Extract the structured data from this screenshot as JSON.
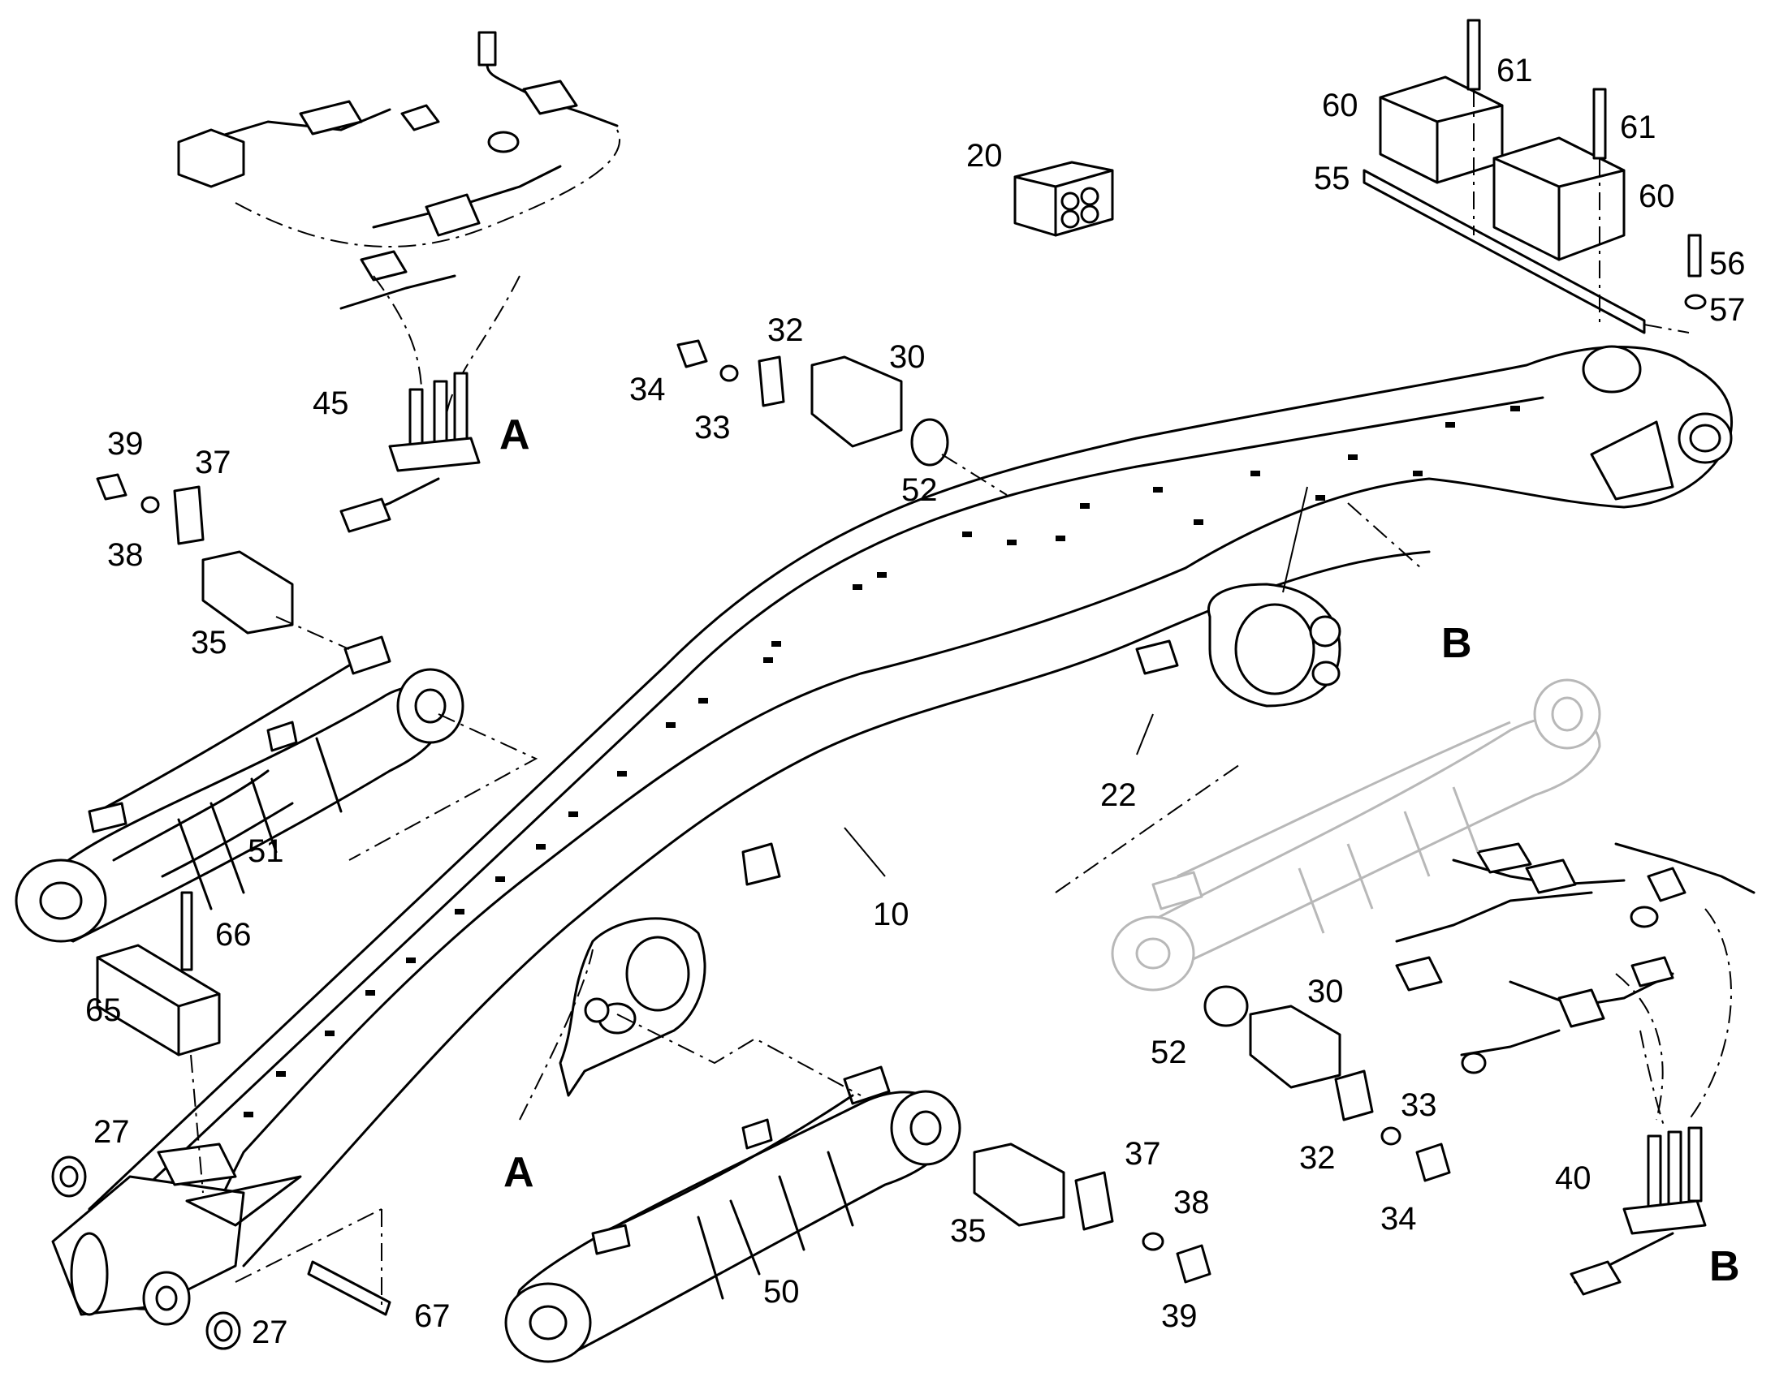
{
  "diagram": {
    "callouts": {
      "c10": "10",
      "c20": "20",
      "c22": "22",
      "c27a": "27",
      "c27b": "27",
      "c30a": "30",
      "c30b": "30",
      "c32a": "32",
      "c32b": "32",
      "c33a": "33",
      "c33b": "33",
      "c34a": "34",
      "c34b": "34",
      "c35a": "35",
      "c35b": "35",
      "c37a": "37",
      "c37b": "37",
      "c38a": "38",
      "c38b": "38",
      "c39a": "39",
      "c39b": "39",
      "c40": "40",
      "c45": "45",
      "c50": "50",
      "c51": "51",
      "c52a": "52",
      "c52b": "52",
      "c55": "55",
      "c56": "56",
      "c57": "57",
      "c60a": "60",
      "c60b": "60",
      "c61a": "61",
      "c61b": "61",
      "c65": "65",
      "c66": "66",
      "c67": "67"
    },
    "detail_markers": {
      "a_top": "A",
      "a_bottom": "A",
      "b_right": "B",
      "b_bottom": "B"
    }
  }
}
